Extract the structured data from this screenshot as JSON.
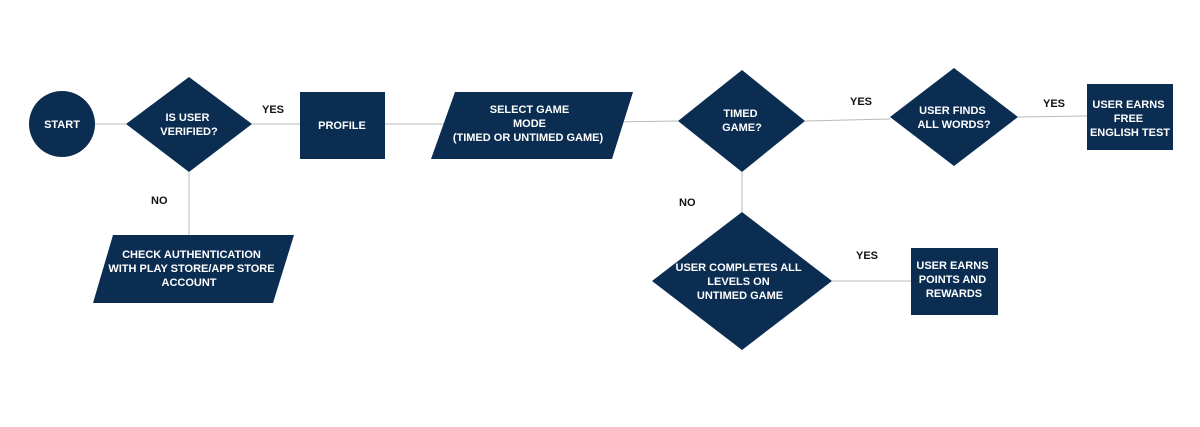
{
  "theme": {
    "shape_fill": "#0b2d52",
    "connector": "#b9b9b9",
    "label_color": "#111111",
    "node_text": "#ffffff"
  },
  "nodes": {
    "start": [
      "START"
    ],
    "is_user_verified": [
      "IS USER",
      "VERIFIED?"
    ],
    "profile": [
      "PROFILE"
    ],
    "select_game_mode": [
      "SELECT GAME",
      "MODE",
      "(TIMED OR UNTIMED GAME)"
    ],
    "timed_game": [
      "TIMED",
      "GAME?"
    ],
    "user_finds_all_words": [
      "USER  FINDS",
      "ALL WORDS?"
    ],
    "user_earns_free_english_test": [
      "USER EARNS",
      "FREE",
      "ENGLISH TEST"
    ],
    "check_authentication": [
      "CHECK AUTHENTICATION",
      "WITH PLAY STORE/APP STORE",
      "ACCOUNT"
    ],
    "user_completes_all_levels": [
      "USER COMPLETES ALL",
      "LEVELS ON",
      "UNTIMED GAME"
    ],
    "user_earns_points_rewards": [
      "USER EARNS",
      "POINTS AND",
      "REWARDS"
    ]
  },
  "edge_labels": {
    "verified_yes": "YES",
    "verified_no": "NO",
    "timed_yes": "YES",
    "timed_no": "NO",
    "finds_yes": "YES",
    "completes_yes": "YES"
  }
}
